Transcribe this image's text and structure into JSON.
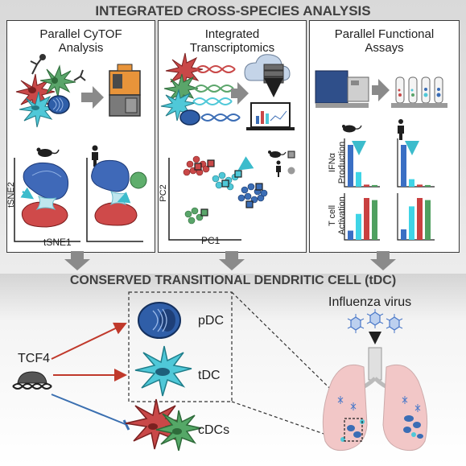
{
  "header": {
    "title": "INTEGRATED CROSS-SPECIES ANALYSIS"
  },
  "panels": [
    {
      "title_line1": "Parallel CyTOF",
      "title_line2": "Analysis",
      "xlabel": "tSNE1",
      "ylabel": "tSNE2"
    },
    {
      "title_line1": "Integrated",
      "title_line2": "Transcriptomics",
      "xlabel": "PC1",
      "ylabel": "PC2"
    },
    {
      "title_line1": "Parallel Functional",
      "title_line2": "Assays",
      "assay1_line1": "IFNα",
      "assay1_line2": "Production",
      "assay2_line1": "T cell",
      "assay2_line2": "Activation"
    }
  ],
  "section2": {
    "title": "CONSERVED TRANSITIONAL DENDRITIC CELL (tDC)"
  },
  "regulator": {
    "label": "TCF4"
  },
  "cells": [
    {
      "label": "pDC",
      "color": "#3b6db5"
    },
    {
      "label": "tDC",
      "color": "#4fc8d8"
    },
    {
      "label": "cDCs",
      "color": "#d14a4a"
    }
  ],
  "virus": {
    "label": "Influenza virus",
    "color": "#4a78c8"
  },
  "colors": {
    "arrow_red": "#c0392b",
    "inhibit_blue": "#3a6fb0",
    "lung": "#f2c7c7",
    "green_cell": "#55a867"
  },
  "functional": {
    "ifna_mouse": [
      1.0,
      0.35,
      0.05,
      0.04
    ],
    "ifna_human": [
      1.0,
      0.18,
      0.05,
      0.04
    ],
    "tcell_mouse": [
      0.22,
      0.62,
      1.0,
      0.95
    ],
    "tcell_human": [
      0.25,
      0.8,
      1.0,
      0.95
    ],
    "bar_colors": [
      "#3a6fc4",
      "#3fd4e6",
      "#c94040",
      "#4fa060"
    ]
  }
}
